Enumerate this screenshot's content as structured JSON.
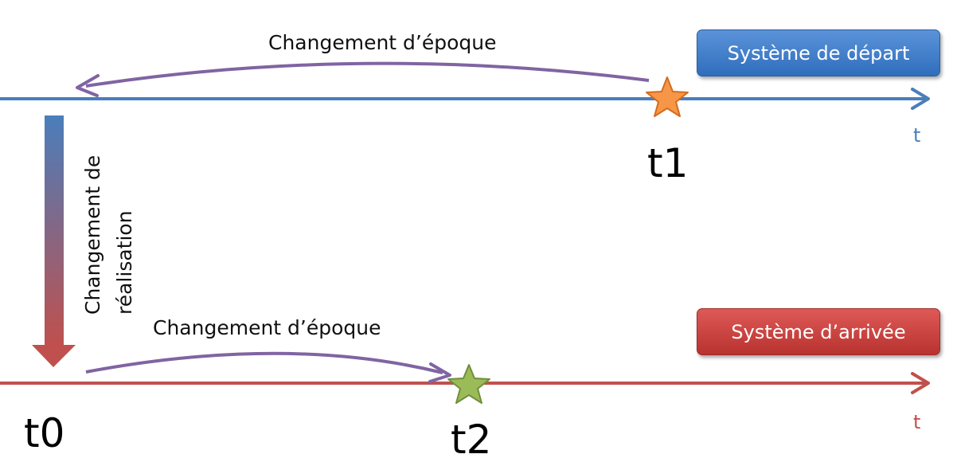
{
  "colors": {
    "blue_axis": "#4a7ebb",
    "red_axis": "#c0504d",
    "purple_arrow": "#8064a2",
    "star_orange": "#f79646",
    "star_green": "#9bbb59"
  },
  "systems": {
    "start_label": "Système de départ",
    "end_label": "Système d’arrivée"
  },
  "top_axis": {
    "t_label": "t",
    "epoch_change_label": "Changement d’époque"
  },
  "bottom_axis": {
    "t_label": "t",
    "epoch_change_label": "Changement d’époque"
  },
  "realisation_change": {
    "line1": "Changement de",
    "line2": "réalisation"
  },
  "times": {
    "t0": "t0",
    "t1": "t1",
    "t2": "t2"
  }
}
